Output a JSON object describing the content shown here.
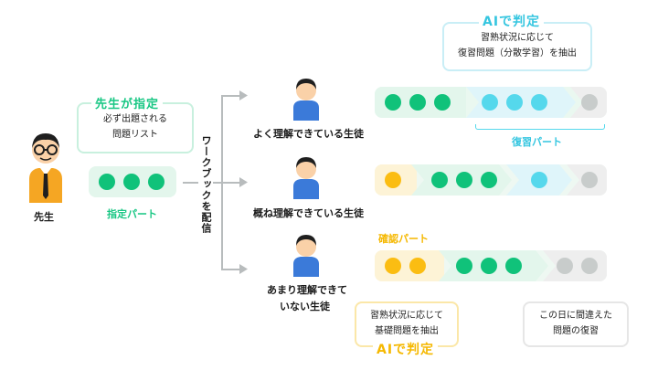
{
  "teacher": {
    "label": "先生",
    "callout_title": "先生が指定",
    "callout_text_1": "必ず出題される",
    "callout_text_2": "問題リスト",
    "part_label": "指定パート"
  },
  "workbook_label": "ワークブックを配信",
  "students": [
    {
      "label_1": "よく理解できている生徒",
      "label_2": ""
    },
    {
      "label_1": "概ね理解できている生徒",
      "label_2": ""
    },
    {
      "label_1": "あまり理解できて",
      "label_2": "いない生徒"
    }
  ],
  "ai_top": {
    "title": "AIで判定",
    "text_1": "習熟状況に応じて",
    "text_2": "復習問題（分散学習）を抽出"
  },
  "review_part_label": "復習パート",
  "confirm_part_label": "確認パート",
  "ai_bottom": {
    "title": "AIで判定",
    "text_1": "習熟状況に応じて",
    "text_2": "基礎問題を抽出"
  },
  "mistake_note": {
    "text_1": "この日に間違えた",
    "text_2": "問題の復習"
  },
  "colors": {
    "designated": "#10c27a",
    "review": "#55d8ec",
    "confirm": "#fbbd12",
    "mistake": "#c8cccb"
  }
}
